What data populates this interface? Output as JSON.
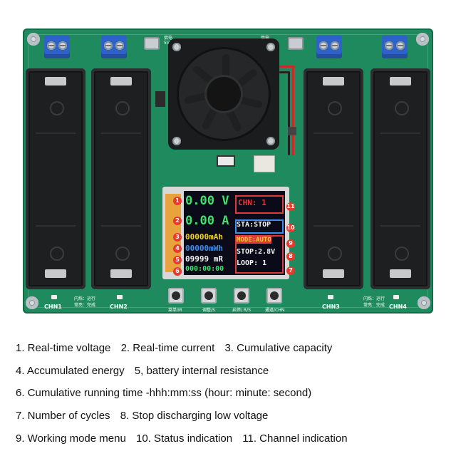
{
  "board": {
    "usb_label_left": "供电 5V/DC",
    "usb_label_right": "供电 5V/DC",
    "channels": [
      "CHN1",
      "CHN2",
      "CHN3",
      "CHN4"
    ],
    "led_text_left": "闪烁：运行\n常亮：完成",
    "led_text_right": "闪烁：运行\n常亮：完成",
    "buttons": [
      "菜单/M",
      "调整/S",
      "启停/ R/S",
      "通道/CHN"
    ]
  },
  "lcd": {
    "voltage": "0.00",
    "voltage_unit": "V",
    "current": "0.00",
    "current_unit": "A",
    "capacity": "00000",
    "capacity_unit": "mAh",
    "energy": "00000",
    "energy_unit": "mWh",
    "resistance": "09999",
    "resistance_unit": "mR",
    "time": "000:00:00",
    "channel": "CHN:  1",
    "status": "STA:STOP",
    "mode": "MODE:AUTO",
    "stop": "STOP:2.8V",
    "loop": "LOOP: 1"
  },
  "badges": [
    "1",
    "2",
    "3",
    "4",
    "5",
    "6",
    "7",
    "8",
    "9",
    "10",
    "11"
  ],
  "colors": {
    "board": "#1f8a5e",
    "voltage": "#3fe26a",
    "current": "#3fe26a",
    "capacity": "#f2d229",
    "energy": "#3a8ff0",
    "resistance": "#f4f4f4",
    "time": "#3fe26a",
    "badge": "#e43b2e"
  },
  "legend": [
    [
      "1. Real-time voltage",
      "2. Real-time current",
      "3. Cumulative capacity"
    ],
    [
      "4. Accumulated energy",
      "5, battery internal resistance"
    ],
    [
      "6. Cumulative running time -hhh:mm:ss (hour: minute: second)"
    ],
    [
      "7. Number of cycles",
      "8. Stop discharging low voltage"
    ],
    [
      "9. Working mode menu",
      "10. Status indication",
      "11. Channel indication"
    ]
  ]
}
